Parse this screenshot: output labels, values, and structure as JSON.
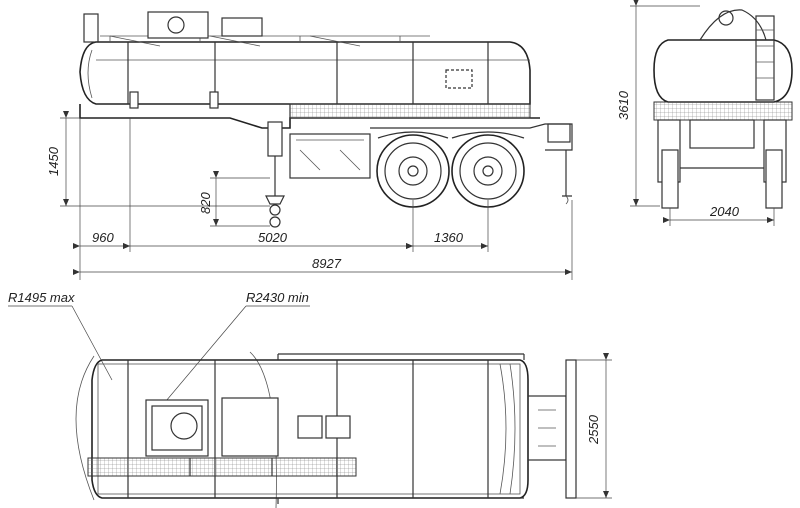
{
  "dimensions": {
    "overall_length": "8927",
    "front_overhang": "960",
    "wheelbase_to_axles": "5020",
    "axle_spread": "1360",
    "coupling_height": "1450",
    "support_leg_height": "820",
    "overall_height": "3610",
    "track_width": "2040",
    "overall_width": "2550"
  },
  "radii": {
    "front_swing": "R1495 max",
    "turning": "R2430 min"
  }
}
